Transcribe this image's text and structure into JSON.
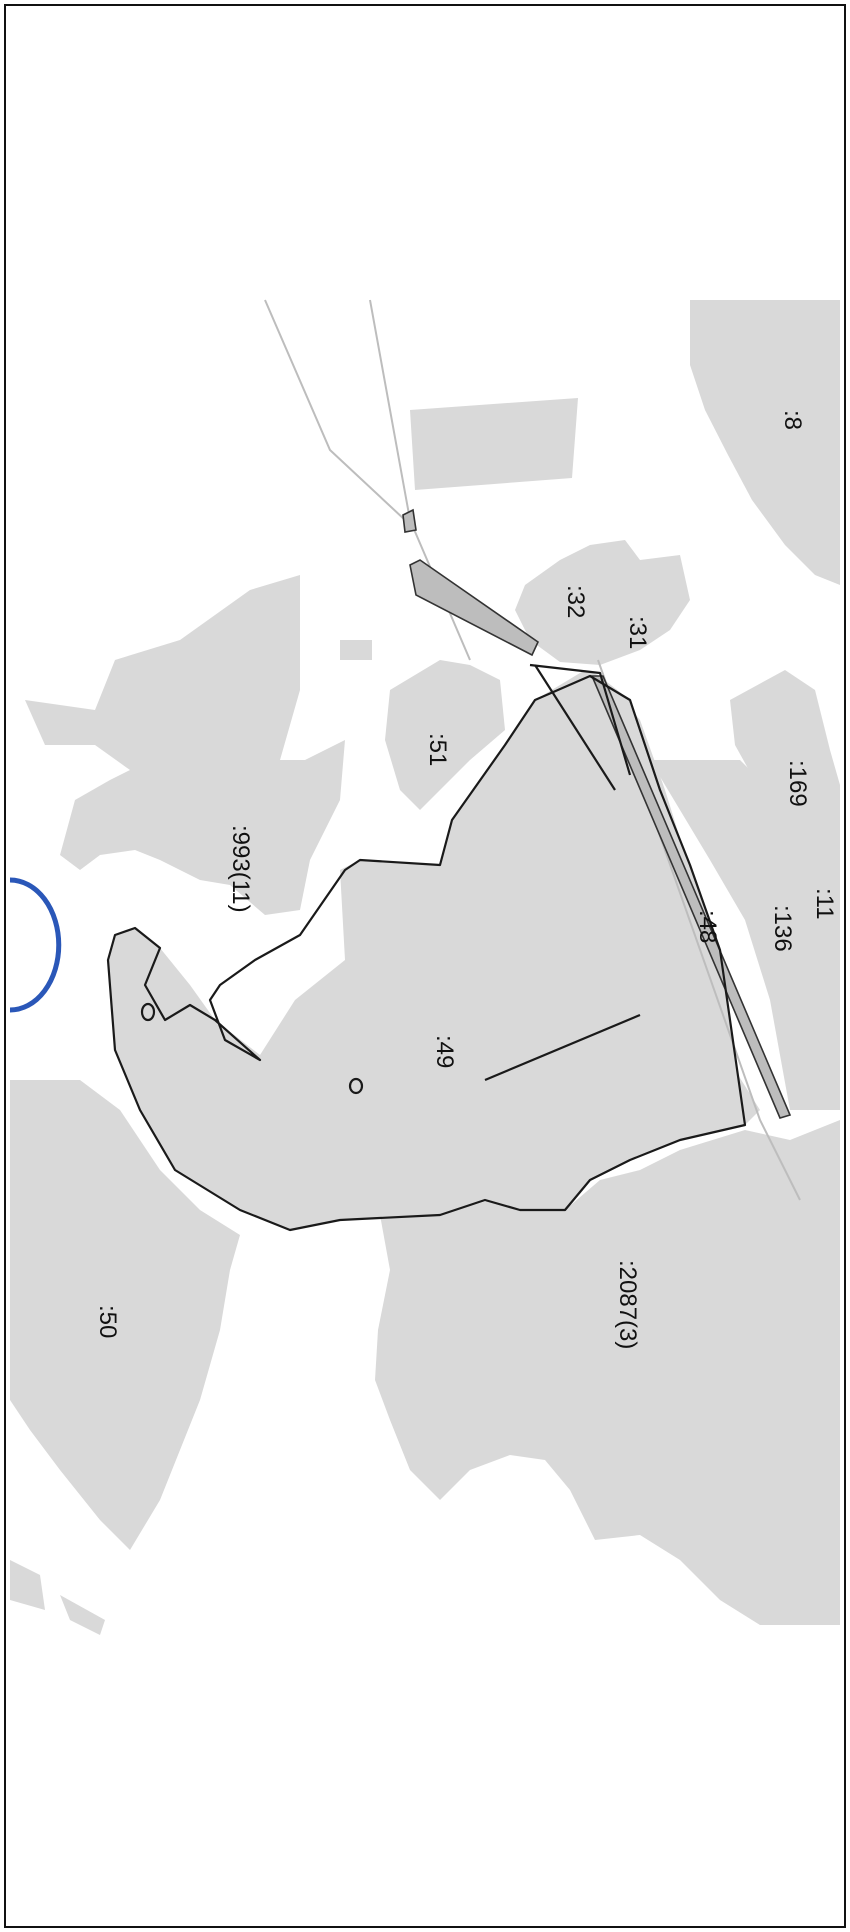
{
  "map": {
    "parcel_labels": {
      "p8": ":8",
      "p31": ":31",
      "p32": ":32",
      "p169": ":169",
      "p11": ":11",
      "p136": ":136",
      "p48": ":48",
      "p51": ":51",
      "p993": ":993(11)",
      "p49": ":49",
      "p2087": ":2087(3)",
      "p50": ":50"
    },
    "colors": {
      "parcel_fill": "#d9d9d9",
      "boundary": "#1a1a1a",
      "stamp": "#2a57b8"
    }
  }
}
